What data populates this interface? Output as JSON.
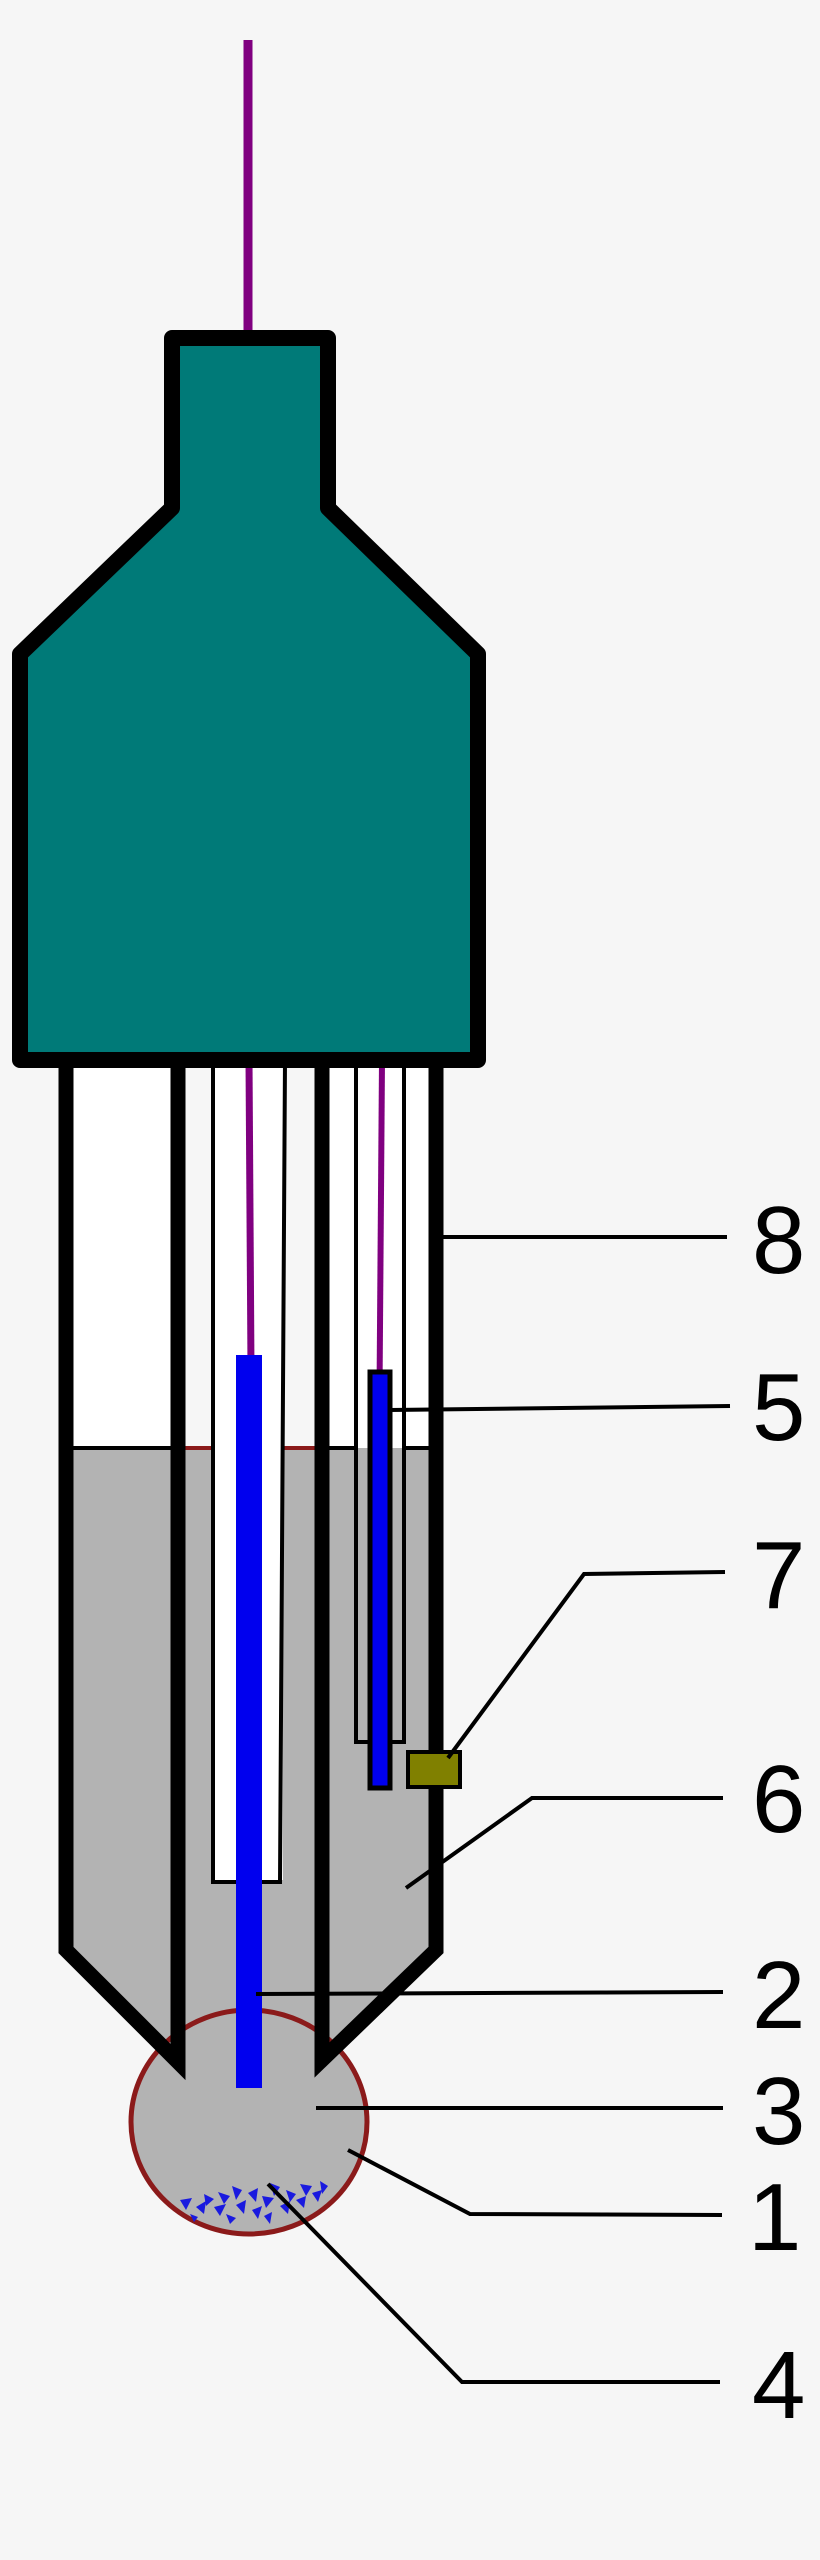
{
  "colors": {
    "background": "#f6f6f6",
    "cap_fill": "#007a78",
    "outline": "#000000",
    "glass_inner": "#ffffff",
    "electrolyte": "#b3b3b3",
    "bulb_rim": "#8b1a1a",
    "wire": "#800080",
    "silver_wire": "#0000ee",
    "diaphragm": "#808000",
    "crystals": "#1a1adf"
  },
  "labels": {
    "l8": "8",
    "l5": "5",
    "l7": "7",
    "l6": "6",
    "l2": "2",
    "l3": "3",
    "l1": "1",
    "l4": "4"
  }
}
